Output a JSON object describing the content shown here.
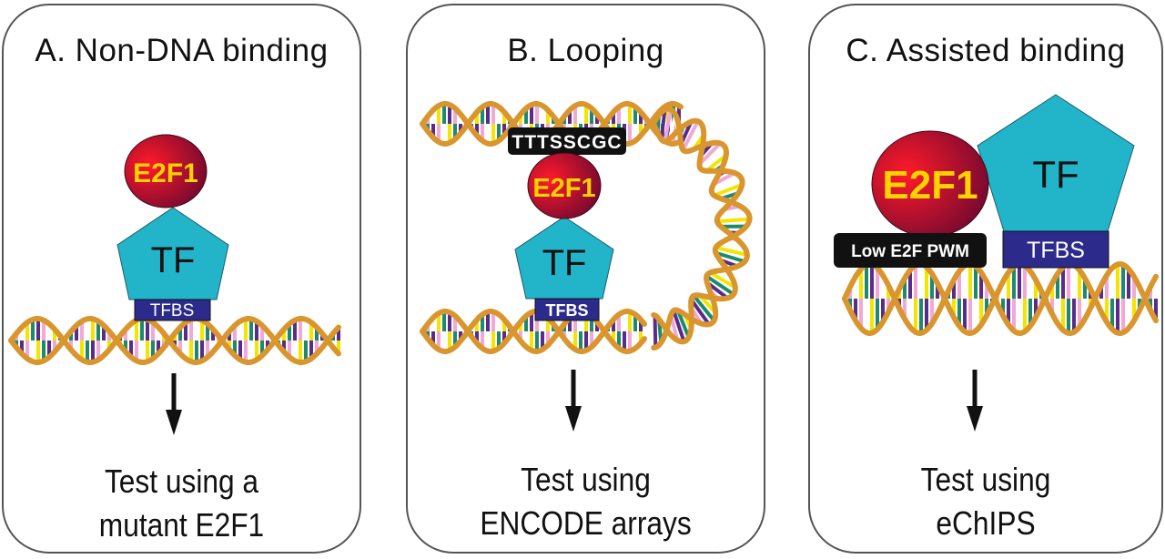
{
  "panels": [
    {
      "id": "A",
      "title": "A. Non-DNA binding",
      "e2f1_label": "E2F1",
      "tf_label": "TF",
      "tfbs_label": "TFBS",
      "footer_line1": "Test using a",
      "footer_line2": "mutant E2F1"
    },
    {
      "id": "B",
      "title": "B. Looping",
      "motif_label": "TTTSSCGC",
      "e2f1_label": "E2F1",
      "tf_label": "TF",
      "tfbs_label": "TFBS",
      "footer_line1": "Test using",
      "footer_line2": "ENCODE arrays"
    },
    {
      "id": "C",
      "title": "C. Assisted binding",
      "e2f1_label": "E2F1",
      "pwm_label": "Low E2F PWM",
      "tf_label": "TF",
      "tfbs_label": "TFBS",
      "footer_line1": "Test using",
      "footer_line2": "eChIPS"
    }
  ],
  "colors": {
    "e2f1_light": "#e8102a",
    "e2f1_dark": "#7a0a2e",
    "e2f1_text": "#ffd200",
    "tf_fill": "#22b5c9",
    "tfbs_fill": "#2c2a8a",
    "label_black": "#111111",
    "dna_backbone": "#d9962e",
    "dna_bases": [
      "#f2e600",
      "#1d8a6e",
      "#5a2c8a",
      "#f0a8d8",
      "#ffffff"
    ]
  }
}
